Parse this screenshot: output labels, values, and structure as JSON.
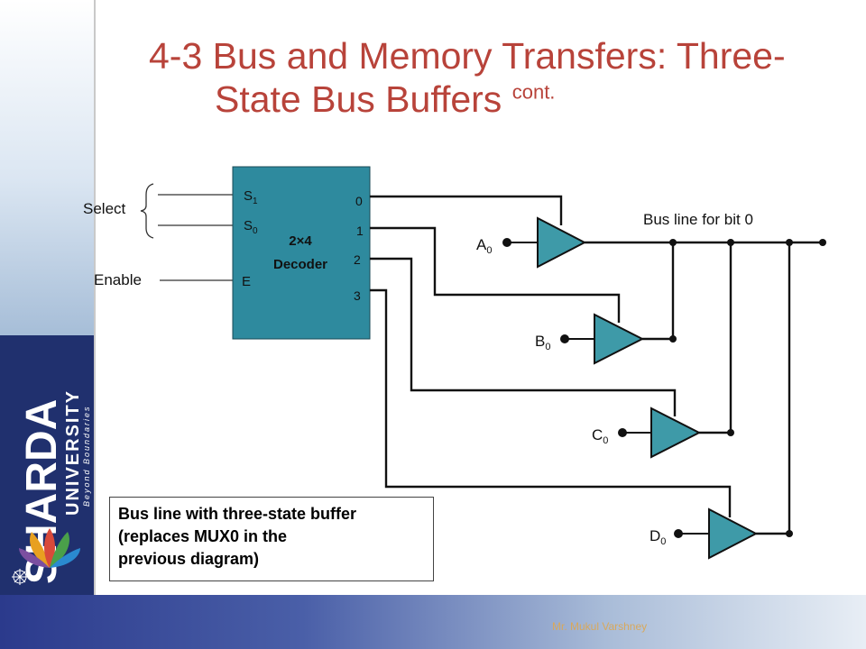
{
  "title_line1": "4-3 Bus and Memory Transfers: Three-",
  "title_line2": "State Bus Buffers",
  "title_cont": "cont.",
  "logo": {
    "name": "SHARDA",
    "sub": "UNIVERSITY",
    "tagline": "Beyond Boundaries"
  },
  "labels": {
    "select": "Select",
    "enable": "Enable",
    "s1": "S",
    "s1_sub": "1",
    "s0": "S",
    "s0_sub": "0",
    "e": "E",
    "decoder_line1": "2×4",
    "decoder_line2": "Decoder",
    "out0": "0",
    "out1": "1",
    "out2": "2",
    "out3": "3",
    "bus_line": "Bus line for bit 0",
    "a": "A",
    "b": "B",
    "c": "C",
    "d": "D",
    "sub0": "0"
  },
  "caption": [
    "Bus line with three-state buffer",
    "(replaces MUX0 in the",
    "previous diagram)"
  ],
  "footer": "Mr. Mukul Varshney",
  "colors": {
    "title": "#b8433a",
    "decoder": "#2e8a9e",
    "buffer": "#3e9aa8",
    "logo_bg": "#20306e"
  }
}
